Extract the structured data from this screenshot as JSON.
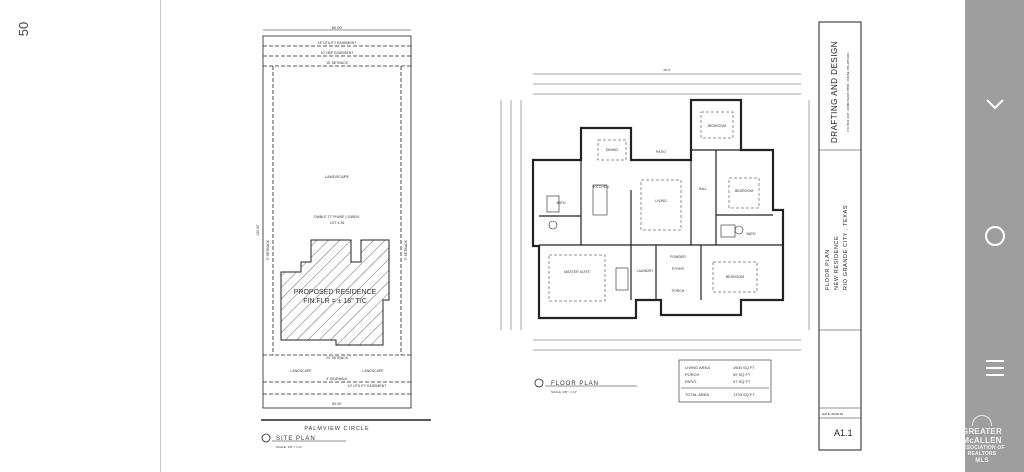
{
  "viewer": {
    "page_number": "50"
  },
  "nav": {
    "collapse_icon": "chevron-down-icon",
    "home_icon": "circle-home-icon",
    "menu_icon": "hamburger-menu-icon"
  },
  "site_plan": {
    "title": "SITE PLAN",
    "scale": "SCALE: 1/8\" = 1'-0\"",
    "street": "PALMVIEW CIRCLE",
    "width_top": "80.00'",
    "width_bottom": "80.00'",
    "depth_left": "120.00'",
    "utility_easement_top": "15' UTILITY EASEMENT",
    "hep_easement": "10' HEP EASEMENT",
    "rear_setback": "15' SETBACK",
    "landscape_main": "LANDSCAPE",
    "lot_info_1": "OWBLE TT PHASE | SUBDV.",
    "lot_info_2": "LOT # 26",
    "residence_1": "PROPOSED RESIDENCE",
    "residence_2": "FIN.FLR = ± 18\" T/C",
    "side_setback_left": "5' SETBACK",
    "side_setback_right": "5' SETBACK",
    "front_setback": "20' SETBACK",
    "landscape_left": "LANDSCAPE",
    "landscape_right": "LANDSCAPE",
    "sidewalk": "4' SIDEWALK",
    "utility_easement_bottom": "10' UTILITY EASEMENT"
  },
  "floor_plan": {
    "title": "FLOOR PLAN",
    "scale": "SCALE: 1/8\" = 1'-0\"",
    "overall_width": "48'-0\"",
    "rooms": {
      "dining": "DINING",
      "patio": "PATIO",
      "bedroom_top": "BEDROOM",
      "kitchen": "KITCHEN",
      "living": "LIVING",
      "hall": "HALL",
      "bedroom_right": "BEDROOM",
      "bath_left": "BATH",
      "bath_right": "BATH",
      "master_suite": "MASTER SUITE",
      "laundry": "LAUNDRY",
      "powder": "POWDER",
      "foyer": "FOYER",
      "porch": "PORCH",
      "bedroom_bottom": "BEDROOM"
    },
    "areas": [
      {
        "label": "LIVING AREA",
        "value": "1604 SQ FT"
      },
      {
        "label": "PORCH",
        "value": "52 SQ FT"
      },
      {
        "label": "PATIO",
        "value": "47 SQ FT"
      }
    ],
    "total": {
      "label": "TOTAL AREA",
      "value": "1703 SQ FT"
    }
  },
  "title_block": {
    "company": "DRAFTING AND DESIGN",
    "address": "P.O. BOX 3137 , ROMA TEXAS 78584 , PHONE: 956-285-0001",
    "project_1": "FLOOR PLAN",
    "project_2": "NEW RESIDENCE",
    "project_3": "RIO GRANDE CITY , TEXAS",
    "date": "DATE: 08.09.25",
    "sheet": "A1.1"
  },
  "watermark": {
    "line1": "GREATER McALLEN",
    "line2": "ASSOCIATION OF REALTORS",
    "line3": "MLS"
  }
}
